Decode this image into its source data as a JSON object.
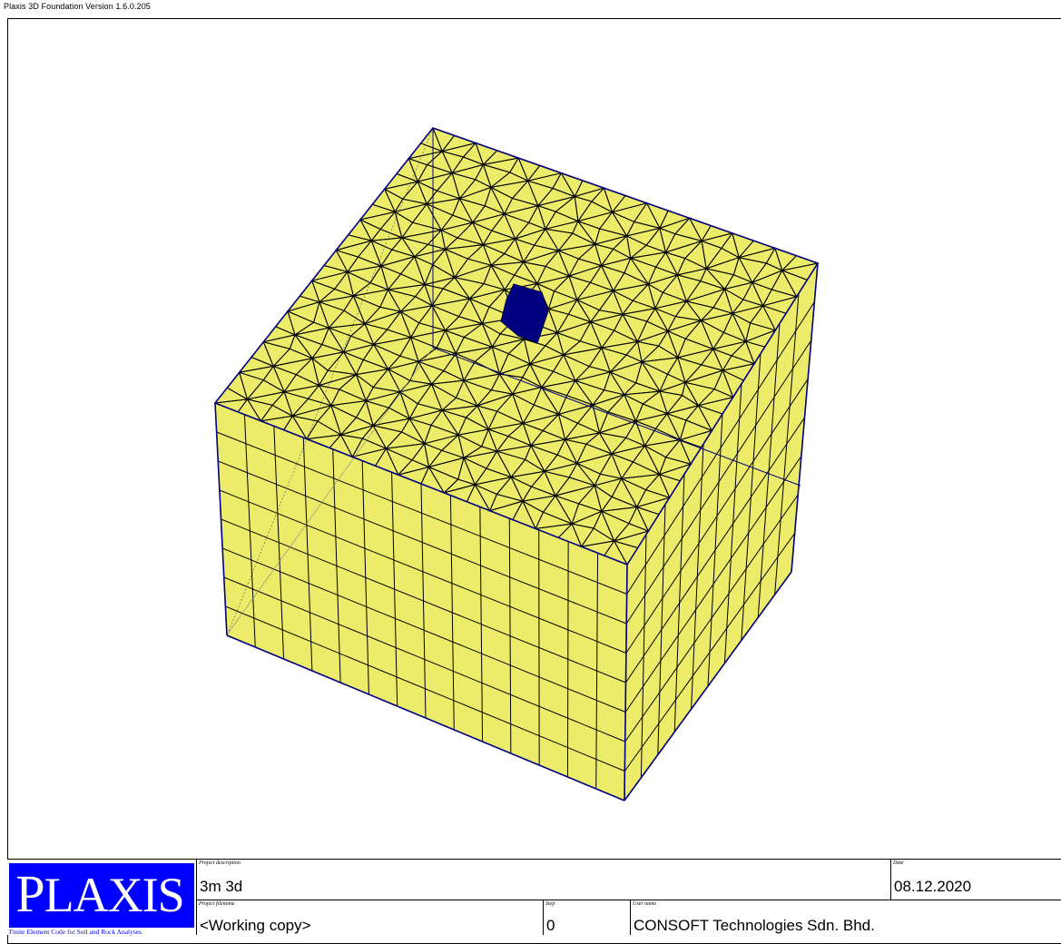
{
  "window": {
    "title": "Plaxis 3D Foundation Version 1.6.0.205"
  },
  "viewport": {
    "model": "3D finite element mesh",
    "colors": {
      "soil": "#ecec6a",
      "mesh_line": "#000000",
      "edge": "#000080",
      "footing": "#000080",
      "background": "#ffffff"
    }
  },
  "footer": {
    "logo": {
      "text": "PLAXIS",
      "tagline": "Finite Element Code for Soil and Rock Analyses",
      "color": "#0000ff"
    },
    "project_description": {
      "label": "Project description",
      "value": "3m 3d"
    },
    "date": {
      "label": "Date",
      "value": "08.12.2020"
    },
    "project_filename": {
      "label": "Project filename",
      "value": "<Working copy>"
    },
    "step": {
      "label": "Step",
      "value": "0"
    },
    "user_name": {
      "label": "User name",
      "value": "CONSOFT Technologies Sdn. Bhd."
    }
  }
}
